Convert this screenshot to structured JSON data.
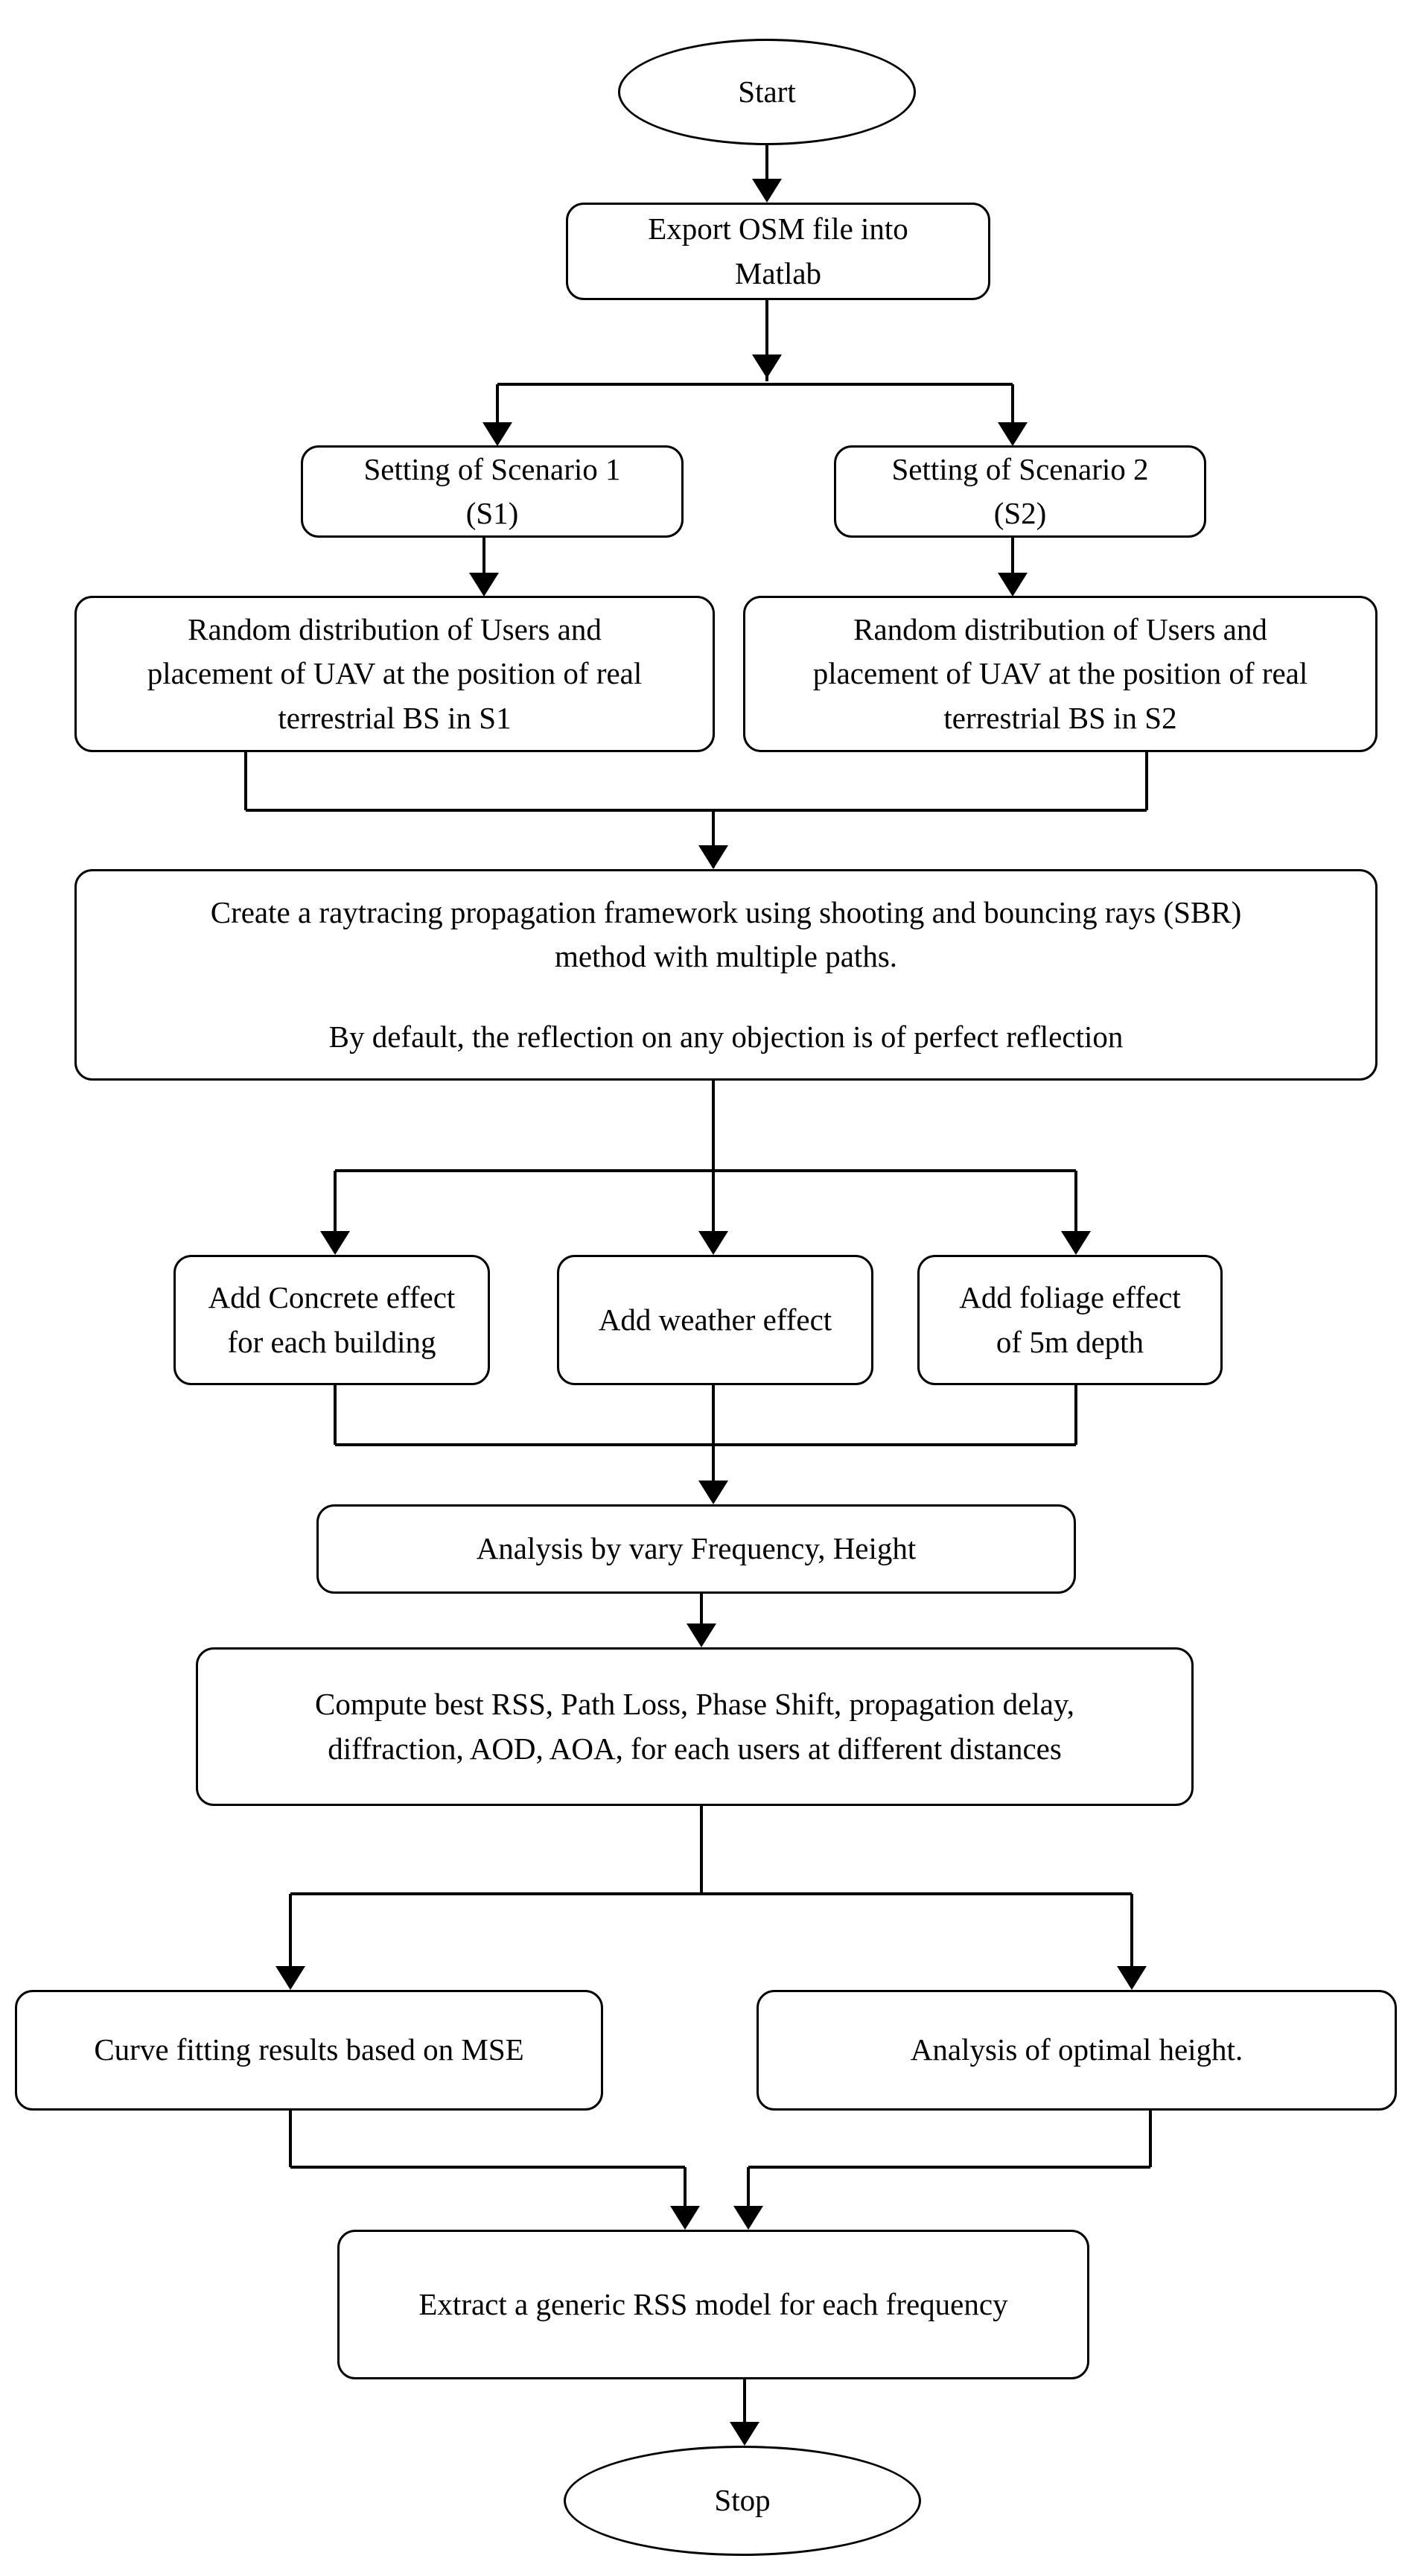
{
  "diagram": {
    "start": "Start",
    "export_osm": [
      "Export OSM  file into",
      "Matlab"
    ],
    "scenario_1": [
      "Setting of Scenario 1",
      "(S1)"
    ],
    "scenario_2": [
      "Setting of Scenario 2",
      "(S2)"
    ],
    "random_s1": [
      "Random distribution of Users and",
      "placement of UAV at the position of real",
      "terrestrial BS in S1"
    ],
    "random_s2": [
      "Random distribution of Users and",
      "placement of UAV at the position of real",
      "terrestrial BS in S2"
    ],
    "raytracing": {
      "line1": "Create a raytracing propagation framework using shooting and bouncing rays (SBR)",
      "line2": "method with multiple paths.",
      "line3": "By default, the reflection on any objection is of perfect reflection"
    },
    "concrete": [
      "Add Concrete effect",
      "for each building"
    ],
    "weather": "Add weather effect",
    "foliage": [
      "Add foliage effect",
      "of 5m depth"
    ],
    "analysis_vary": "Analysis by vary Frequency, Height",
    "compute": [
      "Compute best RSS, Path Loss, Phase Shift, propagation delay,",
      "diffraction, AOD, AOA, for each users at different distances"
    ],
    "curve_fitting": "Curve fitting results based on MSE",
    "optimal_height": "Analysis of optimal height.",
    "extract": "Extract a generic RSS model for each frequency",
    "stop": "Stop"
  }
}
